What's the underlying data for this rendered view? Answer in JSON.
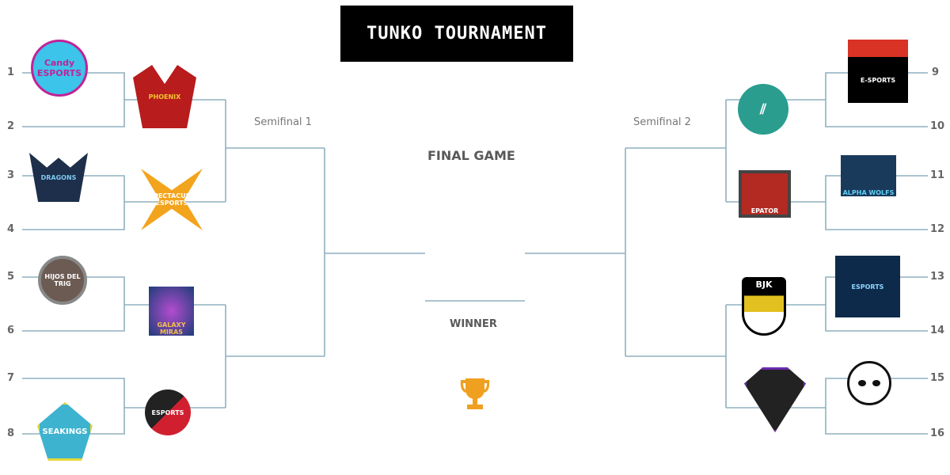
{
  "title": "TUNKO TOURNAMENT",
  "labels": {
    "semifinal_1": "Semifinal 1",
    "semifinal_2": "Semifinal 2",
    "final": "FINAL GAME",
    "winner": "WINNER"
  },
  "seeds": [
    "1",
    "2",
    "3",
    "4",
    "5",
    "6",
    "7",
    "8",
    "9",
    "10",
    "11",
    "12",
    "13",
    "14",
    "15",
    "16"
  ],
  "logos": {
    "candy": "Candy ESPORTS",
    "phoenix": "PHOENIX",
    "dragons": "DRAGONS",
    "xpectaculo": "XPECTACULO ESPORTS",
    "hijos": "HIJOS DEL TRIG",
    "galaxy": "GALAXY MIRAS",
    "seakings": "SEAKINGS",
    "red_team": "ESPORTS",
    "espor": "E-SPORTS",
    "alpha": "ALPHA WOLFS",
    "epator": "EPATOR",
    "blue": "ESPORTS",
    "bjk": "BJK",
    "colors": {
      "line": "#8fb0c0",
      "trophy": "#f0a020",
      "teal": "#2a9d8f"
    }
  },
  "icons": {
    "trophy": "trophy-icon"
  }
}
